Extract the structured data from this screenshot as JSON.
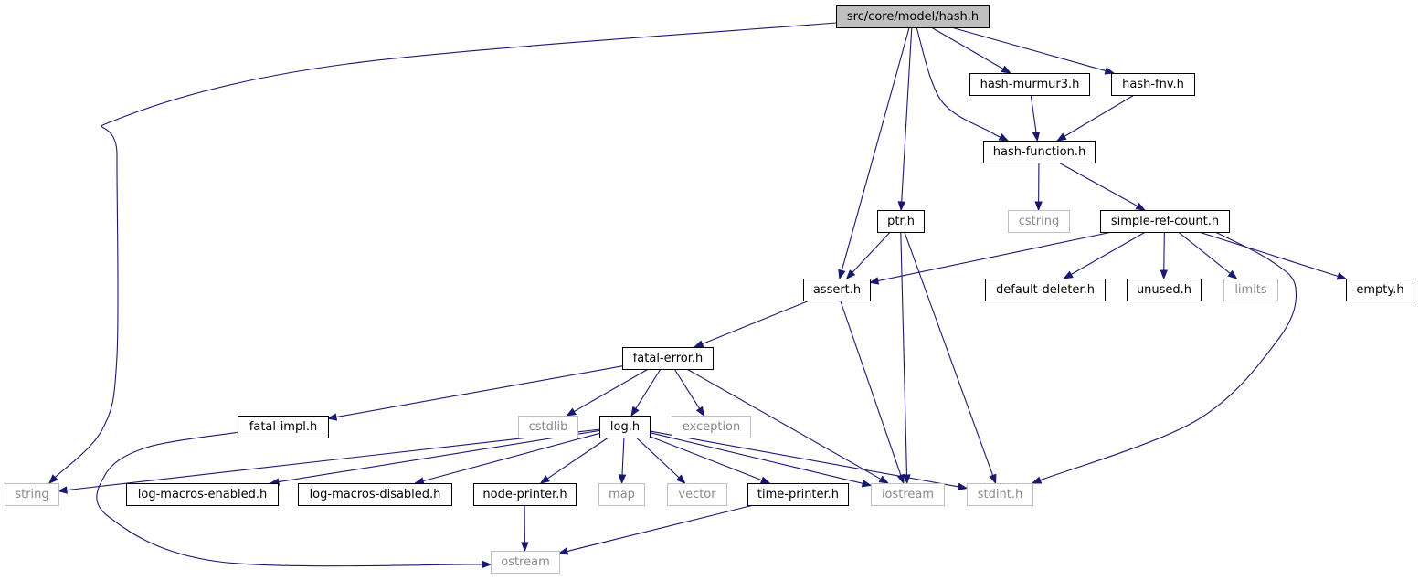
{
  "diagram": {
    "colors": {
      "edge": "#191970",
      "root_fill": "#bfbfbf",
      "local_border": "#000000",
      "system_border": "#bfbfbf",
      "system_text": "#8a8a8a"
    },
    "nodes": [
      {
        "id": "hash",
        "label": "src/core/model/hash.h",
        "kind": "root"
      },
      {
        "id": "string",
        "label": "string",
        "kind": "system"
      },
      {
        "id": "assert",
        "label": "assert.h",
        "kind": "local"
      },
      {
        "id": "ptr",
        "label": "ptr.h",
        "kind": "local"
      },
      {
        "id": "hash_function",
        "label": "hash-function.h",
        "kind": "local"
      },
      {
        "id": "hash_murmur3",
        "label": "hash-murmur3.h",
        "kind": "local"
      },
      {
        "id": "hash_fnv",
        "label": "hash-fnv.h",
        "kind": "local"
      },
      {
        "id": "cstring",
        "label": "cstring",
        "kind": "system"
      },
      {
        "id": "simple_ref_count",
        "label": "simple-ref-count.h",
        "kind": "local"
      },
      {
        "id": "default_deleter",
        "label": "default-deleter.h",
        "kind": "local"
      },
      {
        "id": "unused",
        "label": "unused.h",
        "kind": "local"
      },
      {
        "id": "limits",
        "label": "limits",
        "kind": "system"
      },
      {
        "id": "empty",
        "label": "empty.h",
        "kind": "local"
      },
      {
        "id": "fatal_error",
        "label": "fatal-error.h",
        "kind": "local"
      },
      {
        "id": "fatal_impl",
        "label": "fatal-impl.h",
        "kind": "local"
      },
      {
        "id": "cstdlib",
        "label": "cstdlib",
        "kind": "system"
      },
      {
        "id": "log",
        "label": "log.h",
        "kind": "local"
      },
      {
        "id": "exception",
        "label": "exception",
        "kind": "system"
      },
      {
        "id": "log_macros_enabled",
        "label": "log-macros-enabled.h",
        "kind": "local"
      },
      {
        "id": "log_macros_disabled",
        "label": "log-macros-disabled.h",
        "kind": "local"
      },
      {
        "id": "node_printer",
        "label": "node-printer.h",
        "kind": "local"
      },
      {
        "id": "map",
        "label": "map",
        "kind": "system"
      },
      {
        "id": "vector",
        "label": "vector",
        "kind": "system"
      },
      {
        "id": "time_printer",
        "label": "time-printer.h",
        "kind": "local"
      },
      {
        "id": "iostream",
        "label": "iostream",
        "kind": "system"
      },
      {
        "id": "stdint",
        "label": "stdint.h",
        "kind": "system"
      },
      {
        "id": "ostream",
        "label": "ostream",
        "kind": "system"
      }
    ],
    "edges": [
      [
        "hash",
        "string"
      ],
      [
        "hash",
        "assert"
      ],
      [
        "hash",
        "ptr"
      ],
      [
        "hash",
        "hash_function"
      ],
      [
        "hash",
        "hash_murmur3"
      ],
      [
        "hash",
        "hash_fnv"
      ],
      [
        "hash_murmur3",
        "hash_function"
      ],
      [
        "hash_fnv",
        "hash_function"
      ],
      [
        "hash_function",
        "cstring"
      ],
      [
        "hash_function",
        "simple_ref_count"
      ],
      [
        "ptr",
        "assert"
      ],
      [
        "ptr",
        "iostream"
      ],
      [
        "ptr",
        "stdint"
      ],
      [
        "simple_ref_count",
        "assert"
      ],
      [
        "simple_ref_count",
        "default_deleter"
      ],
      [
        "simple_ref_count",
        "unused"
      ],
      [
        "simple_ref_count",
        "limits"
      ],
      [
        "simple_ref_count",
        "empty"
      ],
      [
        "simple_ref_count",
        "stdint"
      ],
      [
        "assert",
        "fatal_error"
      ],
      [
        "assert",
        "iostream"
      ],
      [
        "fatal_error",
        "fatal_impl"
      ],
      [
        "fatal_error",
        "cstdlib"
      ],
      [
        "fatal_error",
        "log"
      ],
      [
        "fatal_error",
        "exception"
      ],
      [
        "fatal_error",
        "iostream"
      ],
      [
        "fatal_impl",
        "ostream"
      ],
      [
        "log",
        "string"
      ],
      [
        "log",
        "log_macros_enabled"
      ],
      [
        "log",
        "log_macros_disabled"
      ],
      [
        "log",
        "node_printer"
      ],
      [
        "log",
        "map"
      ],
      [
        "log",
        "vector"
      ],
      [
        "log",
        "time_printer"
      ],
      [
        "log",
        "iostream"
      ],
      [
        "log",
        "stdint"
      ],
      [
        "node_printer",
        "ostream"
      ],
      [
        "time_printer",
        "ostream"
      ]
    ]
  }
}
